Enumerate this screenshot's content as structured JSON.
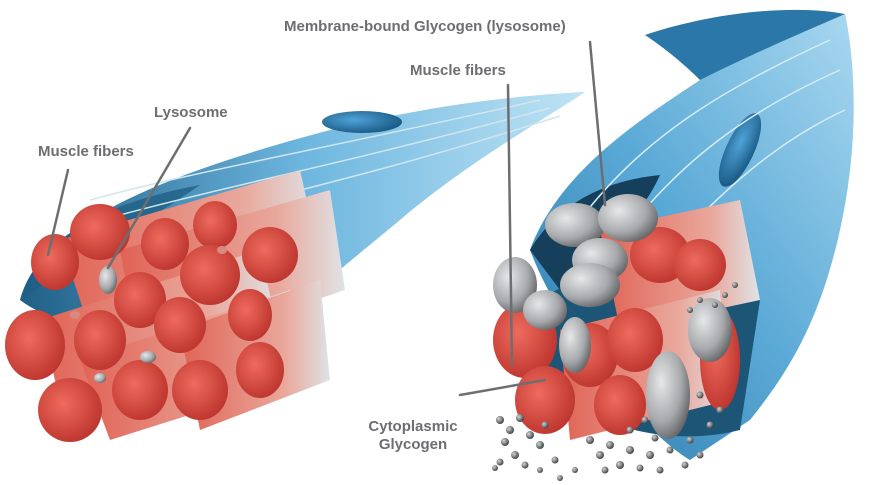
{
  "labels": {
    "left_muscle_fibers": "Muscle fibers",
    "lysosome": "Lysosome",
    "membrane_glycogen": "Membrane-bound Glycogen (lysosome)",
    "right_muscle_fibers": "Muscle fibers",
    "cyto_line1": "Cytoplasmic",
    "cyto_line2": "Glycogen"
  },
  "colors": {
    "fiber_red": "#d9463c",
    "fiber_dark": "#b8302a",
    "fiber_light": "#ef8a7a",
    "sheath_blue": "#5aa9d6",
    "sheath_dark": "#1f5f86",
    "nucleus": "#2a7fb8",
    "glycogen_gray": "#9a9ca0",
    "label_gray": "#6d6e71",
    "leader_line": "#6d6e71"
  }
}
